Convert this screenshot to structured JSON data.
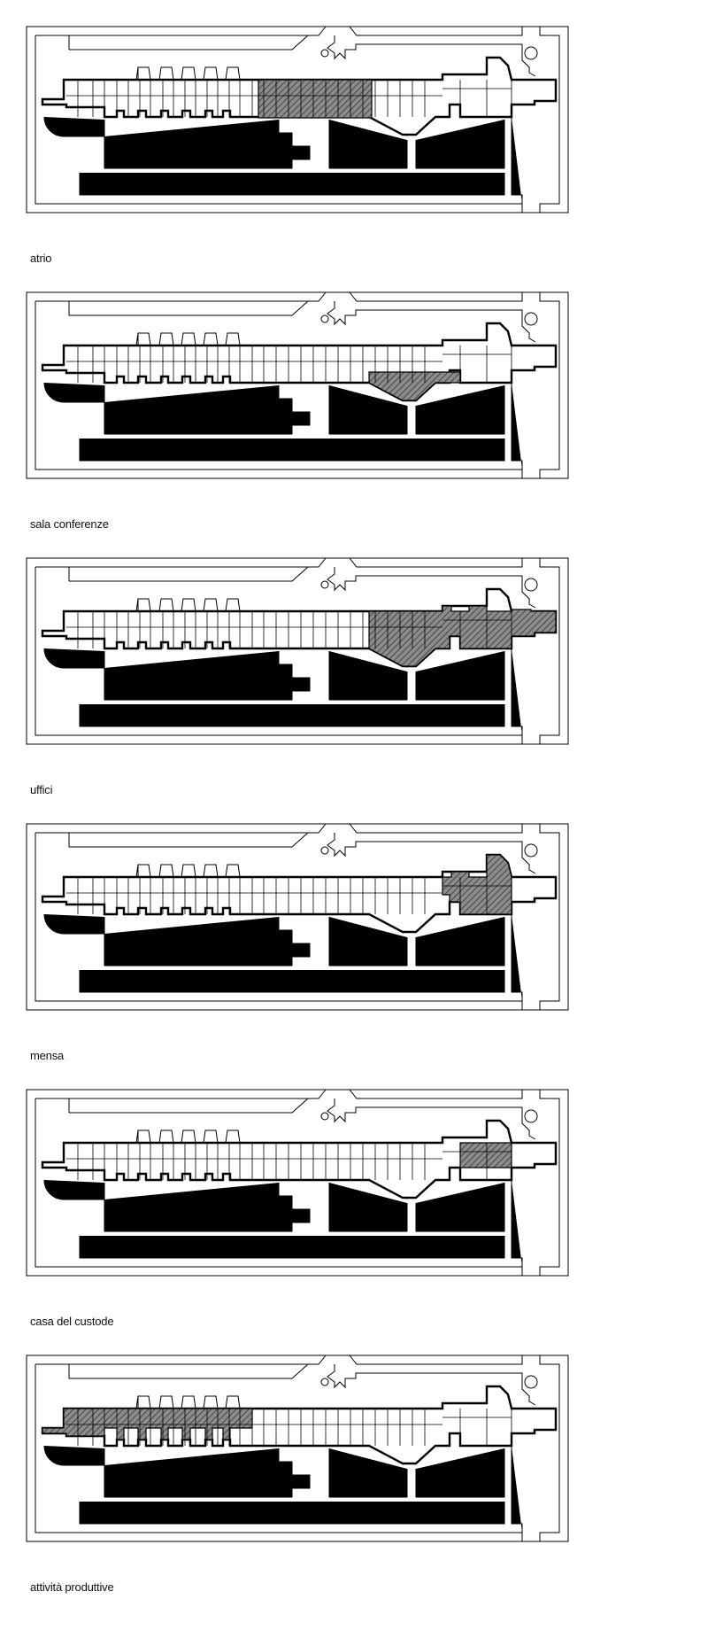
{
  "panels": [
    {
      "caption": "atrio",
      "highlight": "atrio"
    },
    {
      "caption": "sala conferenze",
      "highlight": "sala-conferenze"
    },
    {
      "caption": "uffici",
      "highlight": "uffici"
    },
    {
      "caption": "mensa",
      "highlight": "mensa"
    },
    {
      "caption": "casa del custode",
      "highlight": "casa-del-custode"
    },
    {
      "caption": "attività produttive",
      "highlight": "attivita-produttive"
    }
  ]
}
